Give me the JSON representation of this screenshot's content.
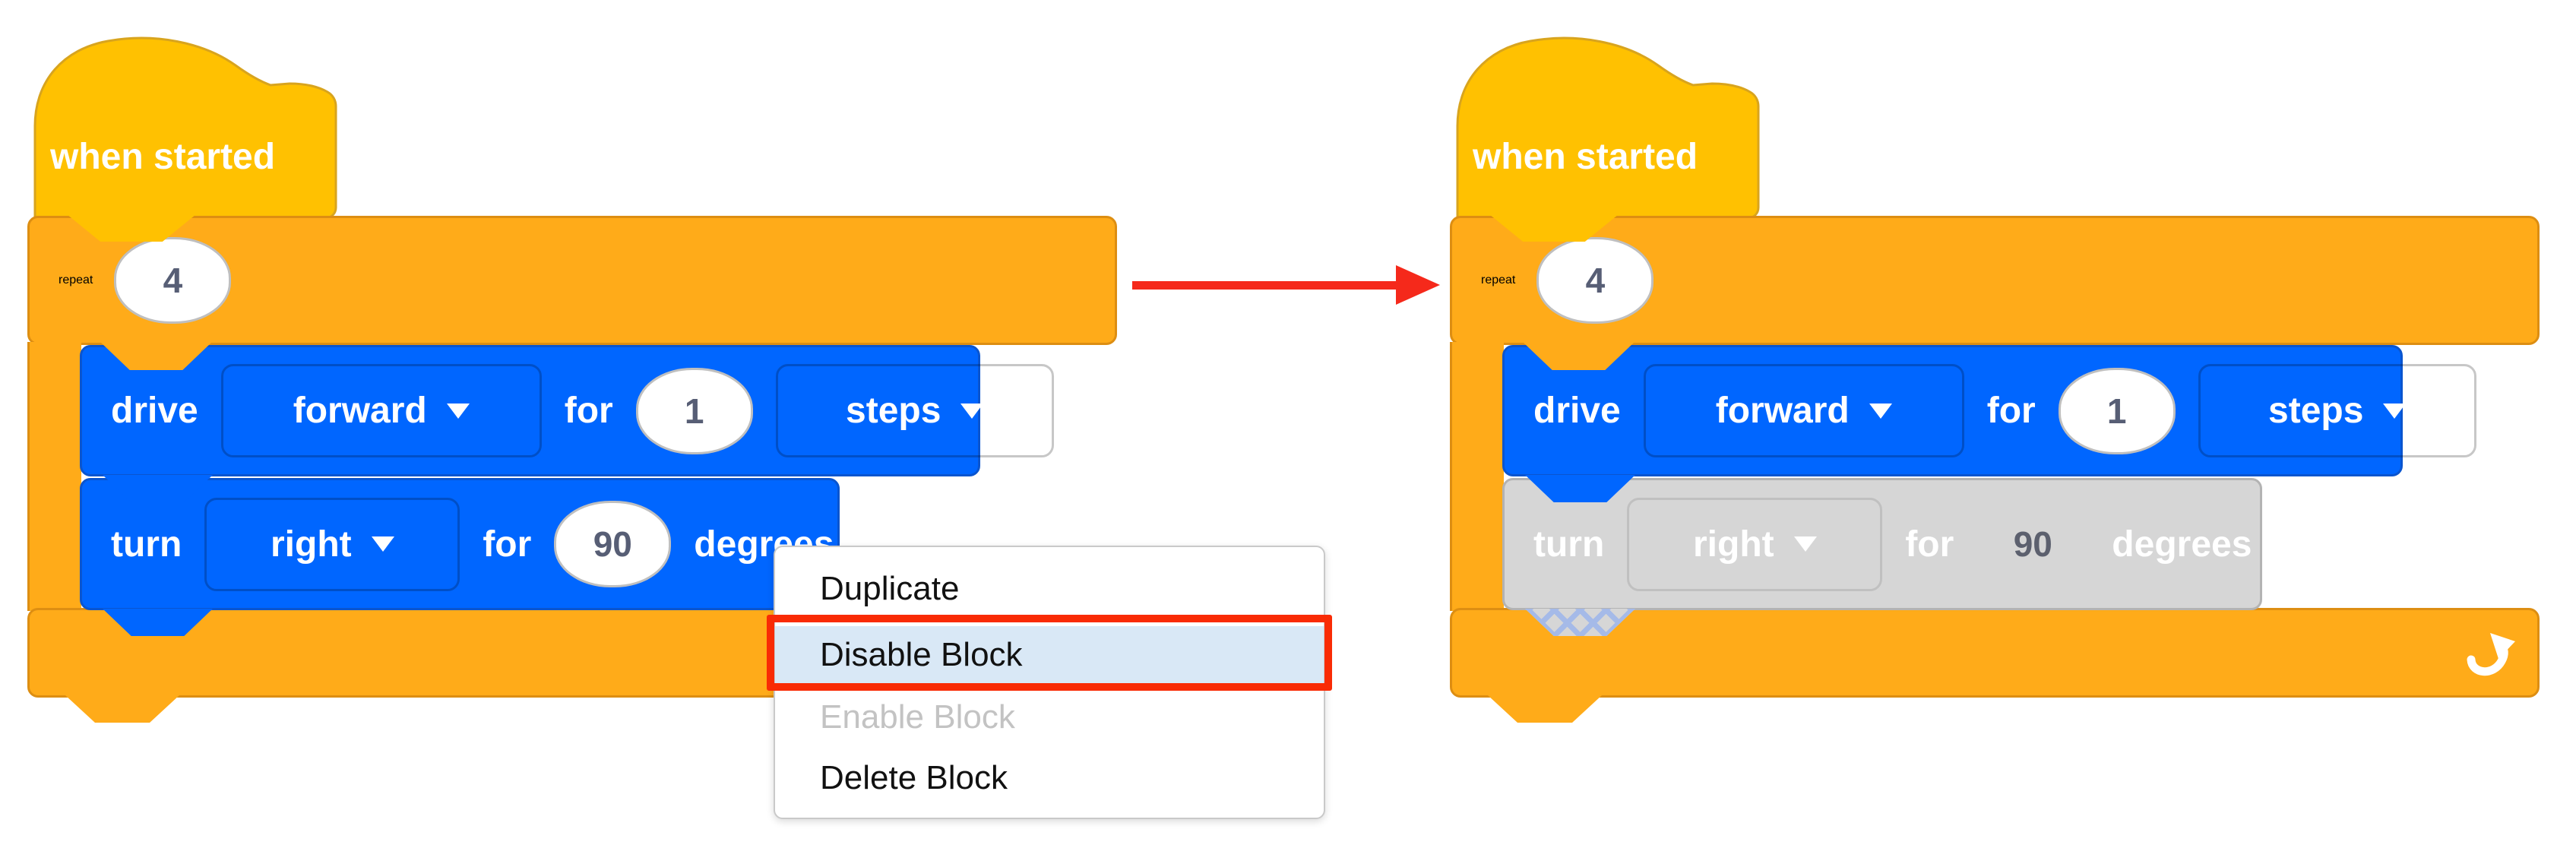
{
  "blocks": {
    "hat": {
      "label": "when started"
    },
    "repeat": {
      "label": "repeat",
      "count": "4"
    },
    "drive": {
      "verb": "drive",
      "direction": "forward",
      "prep": "for",
      "value": "1",
      "unit": "steps"
    },
    "turn": {
      "verb": "turn",
      "direction": "right",
      "prep": "for",
      "value": "90",
      "unit": "degrees"
    }
  },
  "menu": {
    "items": [
      {
        "label": "Duplicate",
        "state": "normal"
      },
      {
        "label": "Disable Block",
        "state": "selected"
      },
      {
        "label": "Enable Block",
        "state": "disabled"
      },
      {
        "label": "Delete Block",
        "state": "normal"
      }
    ]
  },
  "icons": {
    "dropdown_caret": "triangle-down",
    "repeat_loop": "curved-up-right-arrow",
    "transition": "red-right-arrow"
  },
  "colors": {
    "hat-fill": "#FFC101",
    "hat-border": "#D8A41E",
    "loop-fill": "#FFAB19",
    "loop-border": "#DD8E12",
    "move-fill": "#0066FF",
    "move-border": "#0A55CF",
    "disabled-fill": "#D6D6D6",
    "disabled-line": "#A5BAE8",
    "disabled-border": "#B3B3B3",
    "value-text": "#575E75",
    "menu-border": "#C9C9C9",
    "menu-text": "#111111",
    "menu-disabled-text": "#C3C3C3",
    "menu-highlight": "#D9E8F6",
    "annotation-red": "#F92B05",
    "arrow-red": "#F5291B"
  }
}
